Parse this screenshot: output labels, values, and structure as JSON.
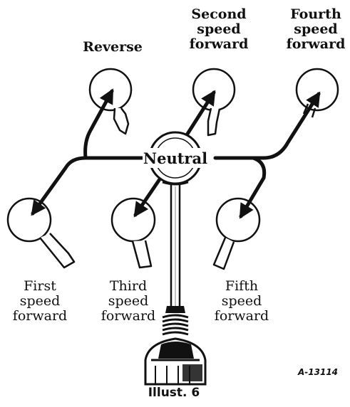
{
  "labels": {
    "reverse": "Reverse",
    "second": [
      "Second",
      "speed",
      "forward"
    ],
    "fourth": [
      "Fourth",
      "speed",
      "forward"
    ],
    "first": [
      "First",
      "speed",
      "forward"
    ],
    "third": [
      "Third",
      "speed",
      "forward"
    ],
    "fifth": [
      "Fifth",
      "speed",
      "forward"
    ],
    "neutral": "Neutral"
  },
  "figure": {
    "id": "A-13114",
    "caption": "Illust. 6"
  },
  "colors": {
    "ink": "#111111",
    "paper": "#ffffff"
  }
}
